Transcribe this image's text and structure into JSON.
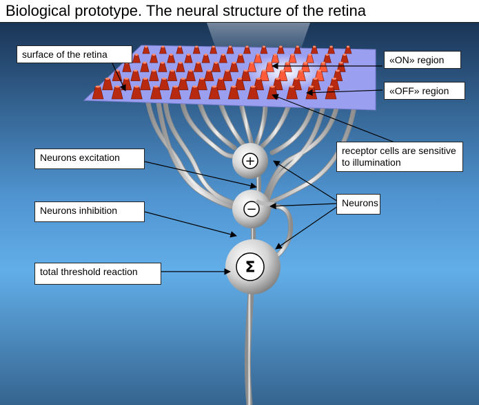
{
  "title": "Biological prototype. The neural structure of the retina",
  "labels": {
    "surface": "surface of the retina",
    "on_region": "«ON» region",
    "off_region": "«OFF» region",
    "receptor": "receptor cells are sensitive to illumination",
    "excitation": "Neurons excitation",
    "inhibition": "Neurons inhibition",
    "neurons": "Neurons",
    "threshold": "total threshold reaction"
  },
  "symbols": {
    "plus": "+",
    "minus": "−",
    "sigma": "Σ"
  },
  "colors": {
    "background_top": "#1e3f66",
    "background_mid": "#5aa6e6",
    "retina_plate": "#9b9ff0",
    "receptor_off": "#b82a10",
    "receptor_on": "#ff5a3a",
    "neuron": "#d8d8d8"
  }
}
